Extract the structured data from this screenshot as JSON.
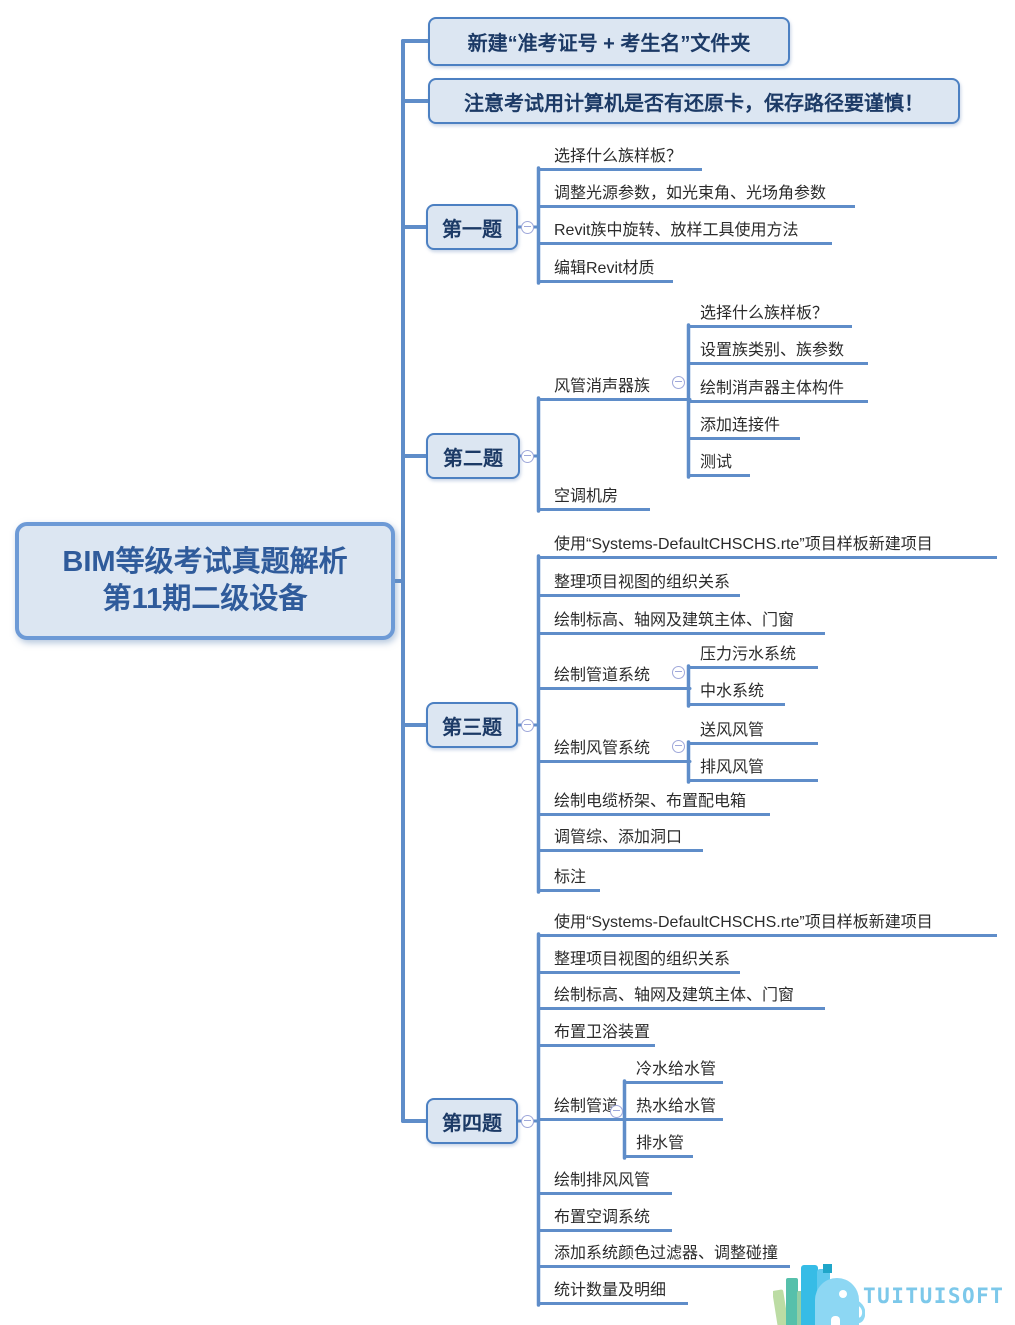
{
  "colors": {
    "connector_line": "#5f8dc9",
    "box_border": "#4c80c2",
    "box_fill": "#dce6f2",
    "box_text": "#1c3a66",
    "root_text": "#2f5b9b",
    "child_text": "#2b2b2b",
    "logo_text_color": "#7cc8ea"
  },
  "root": {
    "line1": "BIM等级考试真题解析",
    "line2": "第11期二级设备"
  },
  "notes": [
    {
      "label": "新建“准考证号 + 考生名”文件夹"
    },
    {
      "label": "注意考试用计算机是否有还原卡，保存路径要谨慎！"
    }
  ],
  "q1": {
    "label": "第一题",
    "children": [
      "选择什么族样板？",
      "调整光源参数，如光束角、光场角参数",
      "Revit族中旋转、放样工具使用方法",
      "编辑Revit材质"
    ]
  },
  "q2": {
    "label": "第二题",
    "fan": {
      "label": "风管消声器族",
      "children": [
        "选择什么族样板？",
        "设置族类别、族参数",
        "绘制消声器主体构件",
        "添加连接件",
        "测试"
      ]
    },
    "hvac": {
      "label": "空调机房"
    }
  },
  "q3": {
    "label": "第三题",
    "c1": "使用“Systems-DefaultCHSCHS.rte”项目样板新建项目",
    "c2": "整理项目视图的组织关系",
    "c3": "绘制标高、轴网及建筑主体、门窗",
    "pipe": {
      "label": "绘制管道系统",
      "children": [
        "压力污水系统",
        "中水系统"
      ]
    },
    "duct": {
      "label": "绘制风管系统",
      "children": [
        "送风风管",
        "排风风管"
      ]
    },
    "c6": "绘制电缆桥架、布置配电箱",
    "c7": "调管综、添加洞口",
    "c8": "标注"
  },
  "q4": {
    "label": "第四题",
    "c1": "使用“Systems-DefaultCHSCHS.rte”项目样板新建项目",
    "c2": "整理项目视图的组织关系",
    "c3": "绘制标高、轴网及建筑主体、门窗",
    "c4": "布置卫浴装置",
    "pipe": {
      "label": "绘制管道",
      "children": [
        "冷水给水管",
        "热水给水管",
        "排水管"
      ]
    },
    "c6": "绘制排风风管",
    "c7": "布置空调系统",
    "c8": "添加系统颜色过滤器、调整碰撞",
    "c9": "统计数量及明细"
  },
  "logo": {
    "text": "TUITUISOFT"
  }
}
